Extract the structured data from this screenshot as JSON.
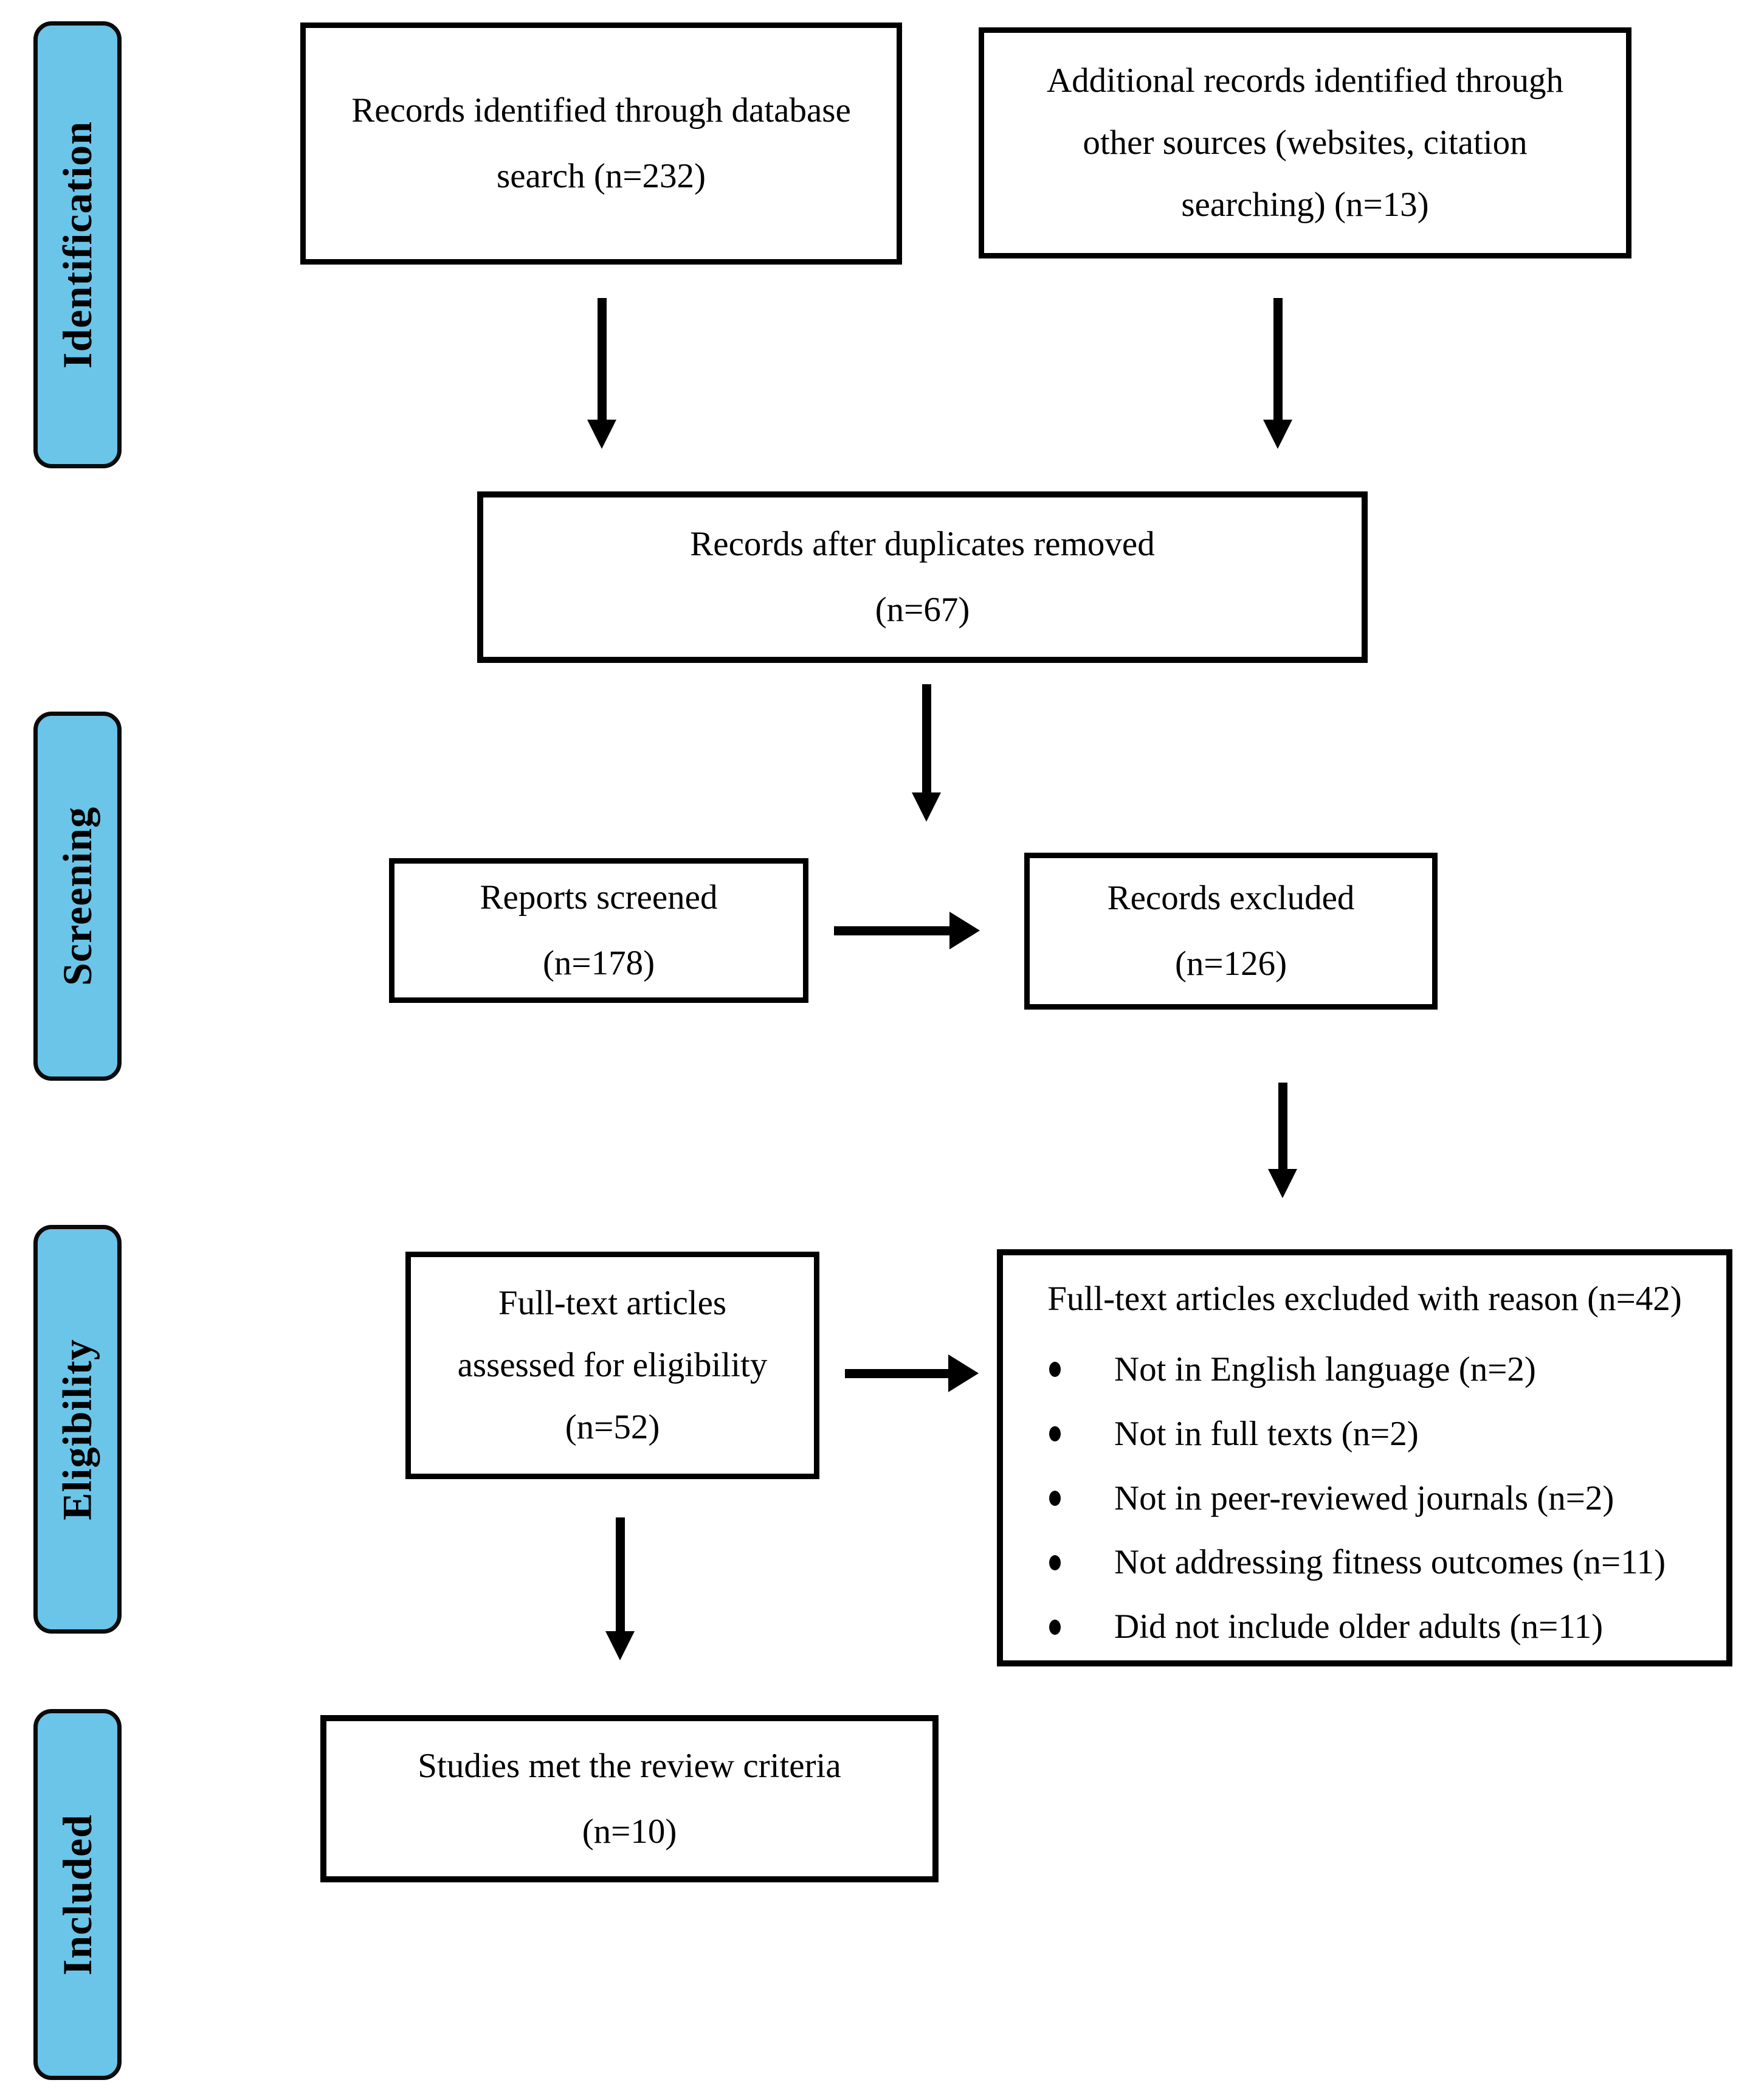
{
  "colors": {
    "stage_fill": "#6AC5E9",
    "line": "#000000",
    "background": "#FFFFFF"
  },
  "stages": [
    {
      "id": "identification",
      "label": "Identification"
    },
    {
      "id": "screening",
      "label": "Screening"
    },
    {
      "id": "eligibility",
      "label": "Eligibility"
    },
    {
      "id": "included",
      "label": "Included"
    }
  ],
  "boxes": {
    "records_identified": {
      "line1": "Records identified through database",
      "line2": "search (n=232)"
    },
    "additional_records": {
      "line1": "Additional records identified through",
      "line2": "other sources (websites, citation",
      "line3": "searching) (n=13)"
    },
    "duplicates_removed": {
      "line1": "Records after duplicates removed",
      "line2": "(n=67)"
    },
    "reports_screened": {
      "line1": "Reports screened",
      "line2": "(n=178)"
    },
    "records_excluded": {
      "line1": "Records excluded",
      "line2": "(n=126)"
    },
    "fulltext_assessed": {
      "line1": "Full-text articles",
      "line2": "assessed for eligibility",
      "line3": "(n=52)"
    },
    "fulltext_excluded": {
      "title": "Full-text articles excluded with reason (n=42)",
      "reasons": [
        "Not in English language (n=2)",
        "Not in full texts (n=2)",
        "Not in peer-reviewed journals (n=2)",
        "Not addressing fitness outcomes (n=11)",
        "Did not include older adults (n=11)"
      ]
    },
    "studies_included": {
      "line1": "Studies met the review criteria",
      "line2": "(n=10)"
    }
  }
}
